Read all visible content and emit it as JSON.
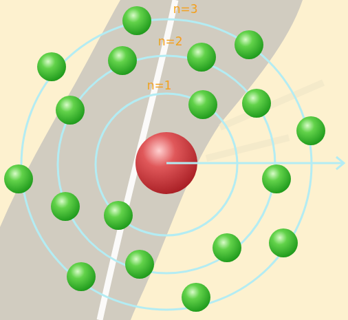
{
  "diagram": {
    "labels": [
      "n=1",
      "n=2",
      "n=3"
    ]
  }
}
